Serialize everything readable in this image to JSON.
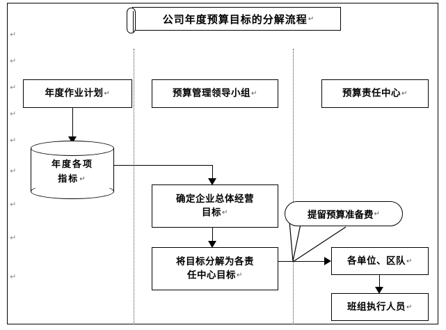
{
  "document": {
    "title": "公司年度预算目标的分解流程",
    "paragraph_mark": "↵",
    "paragraph_mark_count": 9
  },
  "banner": {
    "title": "公司年度预算目标的分解流程",
    "mark": "↵"
  },
  "lanes": [
    {
      "id": "lane-1",
      "header": "年度作业计划",
      "mark": "↵"
    },
    {
      "id": "lane-2",
      "header": "预算管理领导小组",
      "mark": "↵"
    },
    {
      "id": "lane-3",
      "header": "预算责任中心",
      "mark": "↵"
    }
  ],
  "nodes": {
    "data_store": {
      "label_line1": "年度各项",
      "label_line2": "指标",
      "mark": "↵",
      "shape": "cylinder"
    },
    "set_overall_goal": {
      "label_line1": "确定企业总体经营",
      "label_line2": "目标",
      "mark": "↵",
      "shape": "process"
    },
    "decompose_goal": {
      "label_line1": "将目标分解为各责",
      "label_line2": "任中心目标",
      "mark": "↵",
      "shape": "process"
    },
    "reserve_fund": {
      "label": "提留预算准备费",
      "mark": "↵",
      "shape": "rounded-callout"
    },
    "units_teams": {
      "label": "各单位、区队",
      "mark": "↵",
      "shape": "process"
    },
    "crew_executors": {
      "label": "班组执行人员",
      "mark": "↵",
      "shape": "process"
    }
  },
  "colors": {
    "stroke": "#000000",
    "background": "#ffffff",
    "lane_separator": "#444444",
    "paragraph_mark": "#8a8a8a"
  }
}
